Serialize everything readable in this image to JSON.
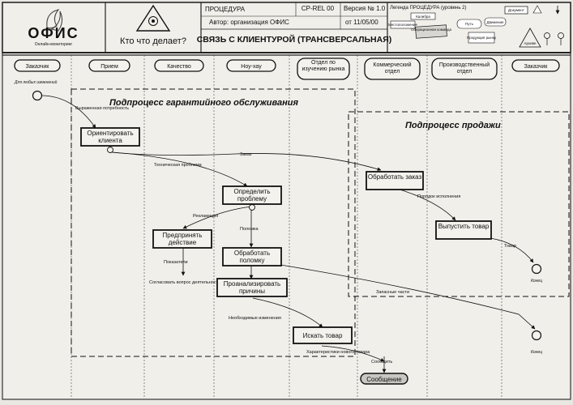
{
  "header": {
    "logo_text": "ОФИС",
    "logo_sub": "Онлайн-мониторинг",
    "who_label": "Кто что делает?",
    "procedure_label": "ПРОЦЕДУРА",
    "code": "CP-REL 00",
    "version": "Версия № 1.0",
    "author": "Автор: организация ОФИС",
    "date": "от 11/05/00",
    "title": "СВЯЗЬ С КЛИЕНТУРОЙ (ТРАНСВЕРСАЛЬНАЯ)",
    "legend_title": "Легенда ПРОЦЕДУРА (уровень 2)",
    "legend_items": [
      "Калибра",
      "Документ",
      "Местоположение",
      "Операционная команда",
      "Путь",
      "Движение",
      "Продукция рынку",
      "Архиве"
    ]
  },
  "lanes": [
    {
      "label": "Заказчик"
    },
    {
      "label": "Прием"
    },
    {
      "label": "Качество"
    },
    {
      "label": "Ноу-хау"
    },
    {
      "label": "Отдел по изучению рынка"
    },
    {
      "label": "Коммерческий отдел"
    },
    {
      "label": "Производственный отдел"
    },
    {
      "label": "Заказчик"
    }
  ],
  "subprocesses": {
    "warranty": "Подпроцесс гарантийного обслуживания",
    "sales": "Подпроцесс продажи"
  },
  "events": {
    "start": "Для любых изменений",
    "end1": "Конец",
    "end2": "Конец"
  },
  "activities": {
    "orient": "Ориентировать клиента",
    "process_order": "Обработать заказ",
    "define_problem": "Определить проблему",
    "take_action": "Предпринять действие",
    "handle_failure": "Обработать поломку",
    "analyze": "Проанализировать причины",
    "ship": "Выпустить товар",
    "find_product": "Искать товар"
  },
  "flows": {
    "need": "Выраженная потребность",
    "order": "Заказ",
    "tech_problem": "Техническая проблема",
    "order_execution": "Порядок исполнения",
    "claim": "Рекламация",
    "failure": "Поломка",
    "indicators": "Показатели",
    "indicators_note": "Согласовать вопрос деятельности предприятия",
    "required_changes": "Необходимые изменения",
    "spare_parts": "Запасные части",
    "product": "Товар",
    "new_product_specs": "Характеристики нового товара",
    "notify": "Сообщить"
  },
  "message": "Сообщение"
}
